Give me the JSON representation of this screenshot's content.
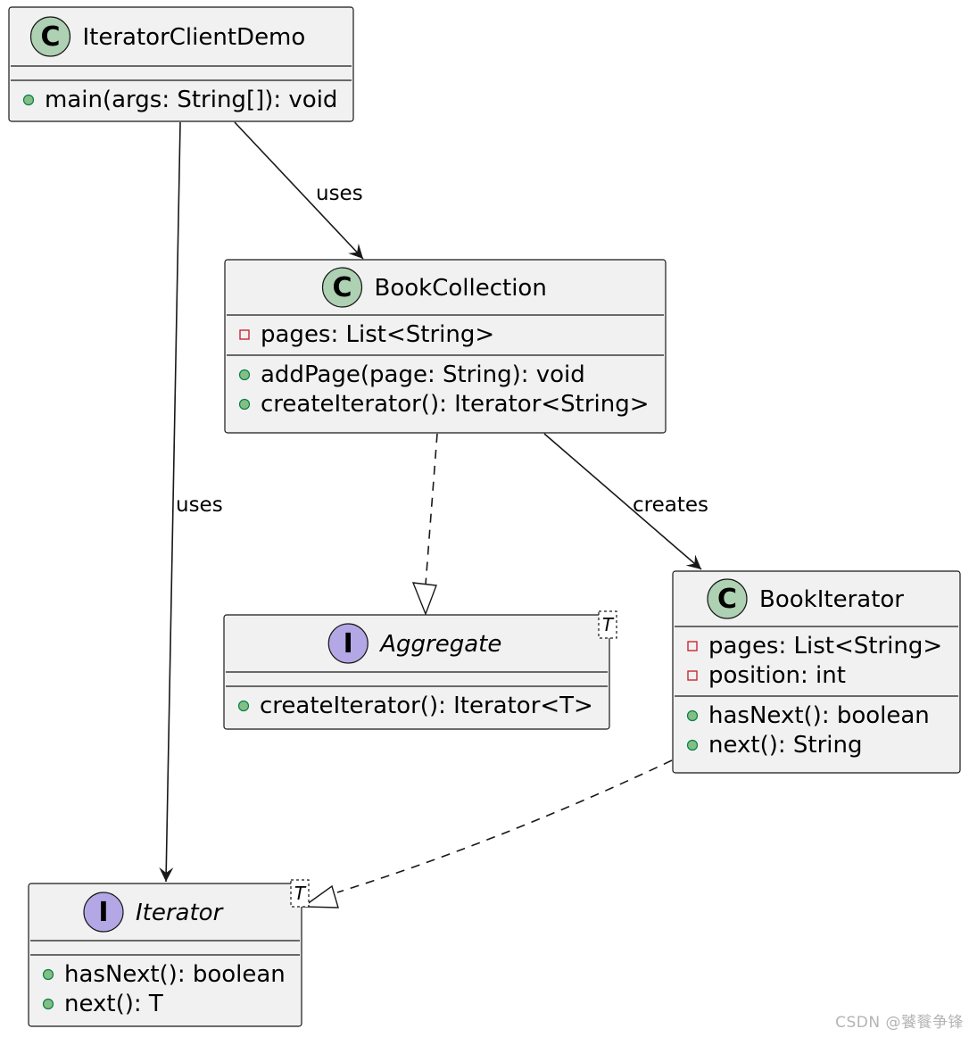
{
  "classes": [
    {
      "id": "iterator-client-demo",
      "kind": "class",
      "stereotype_letter": "C",
      "name": "IteratorClientDemo",
      "italic": false,
      "type_param": "",
      "fields": [],
      "methods": [
        {
          "visibility": "public",
          "text": "main(args: String[]): void"
        }
      ]
    },
    {
      "id": "book-collection",
      "kind": "class",
      "stereotype_letter": "C",
      "name": "BookCollection",
      "italic": false,
      "type_param": "",
      "fields": [
        {
          "visibility": "private",
          "text": "pages: List<String>"
        }
      ],
      "methods": [
        {
          "visibility": "public",
          "text": "addPage(page: String): void"
        },
        {
          "visibility": "public",
          "text": "createIterator(): Iterator<String>"
        }
      ]
    },
    {
      "id": "aggregate",
      "kind": "interface",
      "stereotype_letter": "I",
      "name": "Aggregate",
      "italic": true,
      "type_param": "T",
      "fields": [],
      "methods": [
        {
          "visibility": "public",
          "text": "createIterator(): Iterator<T>"
        }
      ]
    },
    {
      "id": "book-iterator",
      "kind": "class",
      "stereotype_letter": "C",
      "name": "BookIterator",
      "italic": false,
      "type_param": "",
      "fields": [
        {
          "visibility": "private",
          "text": "pages: List<String>"
        },
        {
          "visibility": "private",
          "text": "position: int"
        }
      ],
      "methods": [
        {
          "visibility": "public",
          "text": "hasNext(): boolean"
        },
        {
          "visibility": "public",
          "text": "next(): String"
        }
      ]
    },
    {
      "id": "iterator",
      "kind": "interface",
      "stereotype_letter": "I",
      "name": "Iterator",
      "italic": true,
      "type_param": "T",
      "fields": [],
      "methods": [
        {
          "visibility": "public",
          "text": "hasNext(): boolean"
        },
        {
          "visibility": "public",
          "text": "next(): T"
        }
      ]
    }
  ],
  "relations": [
    {
      "id": "client-uses-collection",
      "from": "iterator-client-demo",
      "to": "book-collection",
      "type": "association",
      "label": "uses"
    },
    {
      "id": "client-uses-iterator",
      "from": "iterator-client-demo",
      "to": "iterator",
      "type": "association",
      "label": "uses"
    },
    {
      "id": "collection-creates-iterator",
      "from": "book-collection",
      "to": "book-iterator",
      "type": "association",
      "label": "creates"
    },
    {
      "id": "collection-realizes-aggregate",
      "from": "book-collection",
      "to": "aggregate",
      "type": "realization",
      "label": ""
    },
    {
      "id": "bookiterator-realizes-iterator",
      "from": "book-iterator",
      "to": "iterator",
      "type": "realization",
      "label": ""
    }
  ],
  "colors": {
    "box_fill": "#f1f1f1",
    "box_stroke": "#181818",
    "class_badge": "#add1b2",
    "interface_badge": "#b4a7e5",
    "public_dot": "#84be84",
    "public_dot_stroke": "#038048",
    "private_square_stroke": "#c82930",
    "line": "#181818"
  },
  "watermark": "CSDN @饕餮争锋"
}
